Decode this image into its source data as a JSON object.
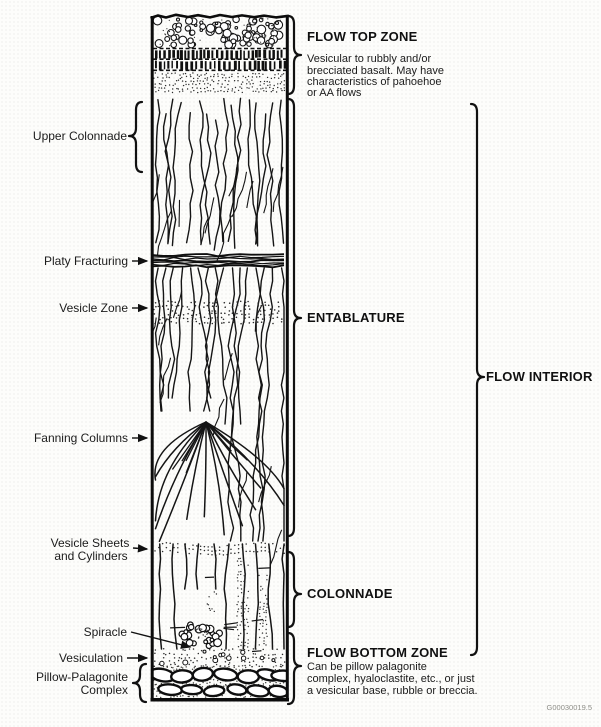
{
  "figure": {
    "id_number": "G00030019.5"
  },
  "labels": {
    "upper_colonnade": "Upper Colonnade",
    "platy_fracturing": "Platy Fracturing",
    "vesicle_zone": "Vesicle Zone",
    "fanning_columns": "Fanning Columns",
    "vesicle_sheets_line1": "Vesicle Sheets",
    "vesicle_sheets_line2": "and Cylinders",
    "spiracle": "Spiracle",
    "vesiculation": "Vesiculation",
    "pillow_palagonite_line1": "Pillow-Palagonite",
    "pillow_palagonite_line2": "Complex"
  },
  "zones": {
    "flow_top": {
      "title": "FLOW TOP ZONE",
      "desc": [
        "Vesicular to rubbly and/or",
        "brecciated basalt. May have",
        "characteristics of pahoehoe",
        "or AA flows"
      ]
    },
    "entablature": {
      "title": "ENTABLATURE"
    },
    "flow_interior": {
      "title": "FLOW INTERIOR"
    },
    "colonnade": {
      "title": "COLONNADE"
    },
    "flow_bottom": {
      "title": "FLOW BOTTOM ZONE",
      "desc": [
        "Can be pillow palagonite",
        "complex, hyaloclastite, etc., or just",
        "a vesicular base, rubble or breccia."
      ]
    }
  }
}
